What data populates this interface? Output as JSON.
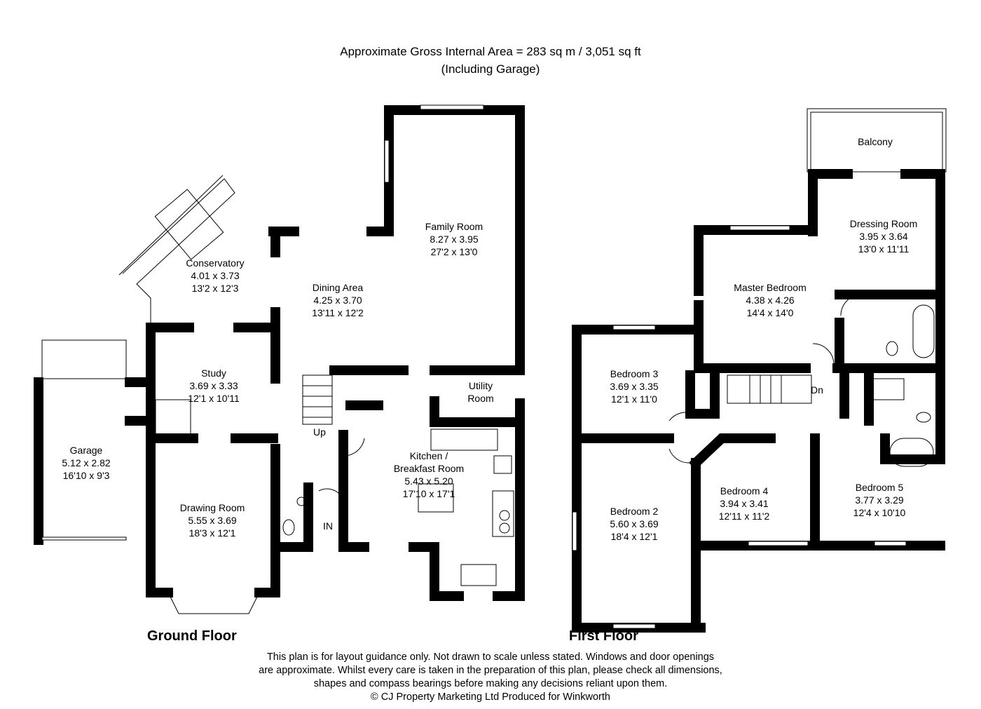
{
  "header": {
    "area": "Approximate Gross Internal Area = 283 sq m / 3,051 sq ft",
    "note": "(Including Garage)"
  },
  "ground_floor": {
    "title": "Ground Floor",
    "rooms": [
      {
        "name": "Family Room",
        "metric": "8.27 x 3.95",
        "imperial": "27'2 x 13'0"
      },
      {
        "name": "Conservatory",
        "metric": "4.01 x 3.73",
        "imperial": "13'2 x 12'3"
      },
      {
        "name": "Dining Area",
        "metric": "4.25 x 3.70",
        "imperial": "13'11 x 12'2"
      },
      {
        "name": "Study",
        "metric": "3.69 x 3.33",
        "imperial": "12'1 x 10'11"
      },
      {
        "name": "Garage",
        "metric": "5.12 x 2.82",
        "imperial": "16'10 x 9'3"
      },
      {
        "name": "Drawing Room",
        "metric": "5.55 x 3.69",
        "imperial": "18'3 x 12'1"
      },
      {
        "name": "Kitchen /",
        "name2": "Breakfast Room",
        "metric": "5.43 x 5.20",
        "imperial": "17'10 x 17'1"
      },
      {
        "name": "Utility",
        "name2": "Room"
      }
    ],
    "labels": {
      "up": "Up",
      "in": "IN"
    }
  },
  "first_floor": {
    "title": "First Floor",
    "rooms": [
      {
        "name": "Balcony"
      },
      {
        "name": "Dressing Room",
        "metric": "3.95 x 3.64",
        "imperial": "13'0 x 11'11"
      },
      {
        "name": "Master Bedroom",
        "metric": "4.38 x 4.26",
        "imperial": "14'4 x 14'0"
      },
      {
        "name": "Bedroom 3",
        "metric": "3.69 x 3.35",
        "imperial": "12'1 x 11'0"
      },
      {
        "name": "Bedroom 2",
        "metric": "5.60 x 3.69",
        "imperial": "18'4 x 12'1"
      },
      {
        "name": "Bedroom 4",
        "metric": "3.94 x 3.41",
        "imperial": "12'11 x 11'2"
      },
      {
        "name": "Bedroom 5",
        "metric": "3.77 x 3.29",
        "imperial": "12'4 x 10'10"
      }
    ],
    "labels": {
      "dn": "Dn"
    }
  },
  "disclaimer": [
    "This plan is for layout guidance only. Not drawn to scale unless stated. Windows and door openings",
    "are approximate. Whilst every care is taken in the preparation of this plan, please check all dimensions,",
    "shapes and compass bearings before making any decisions reliant upon them.",
    "© CJ Property Marketing Ltd Produced for Winkworth"
  ]
}
